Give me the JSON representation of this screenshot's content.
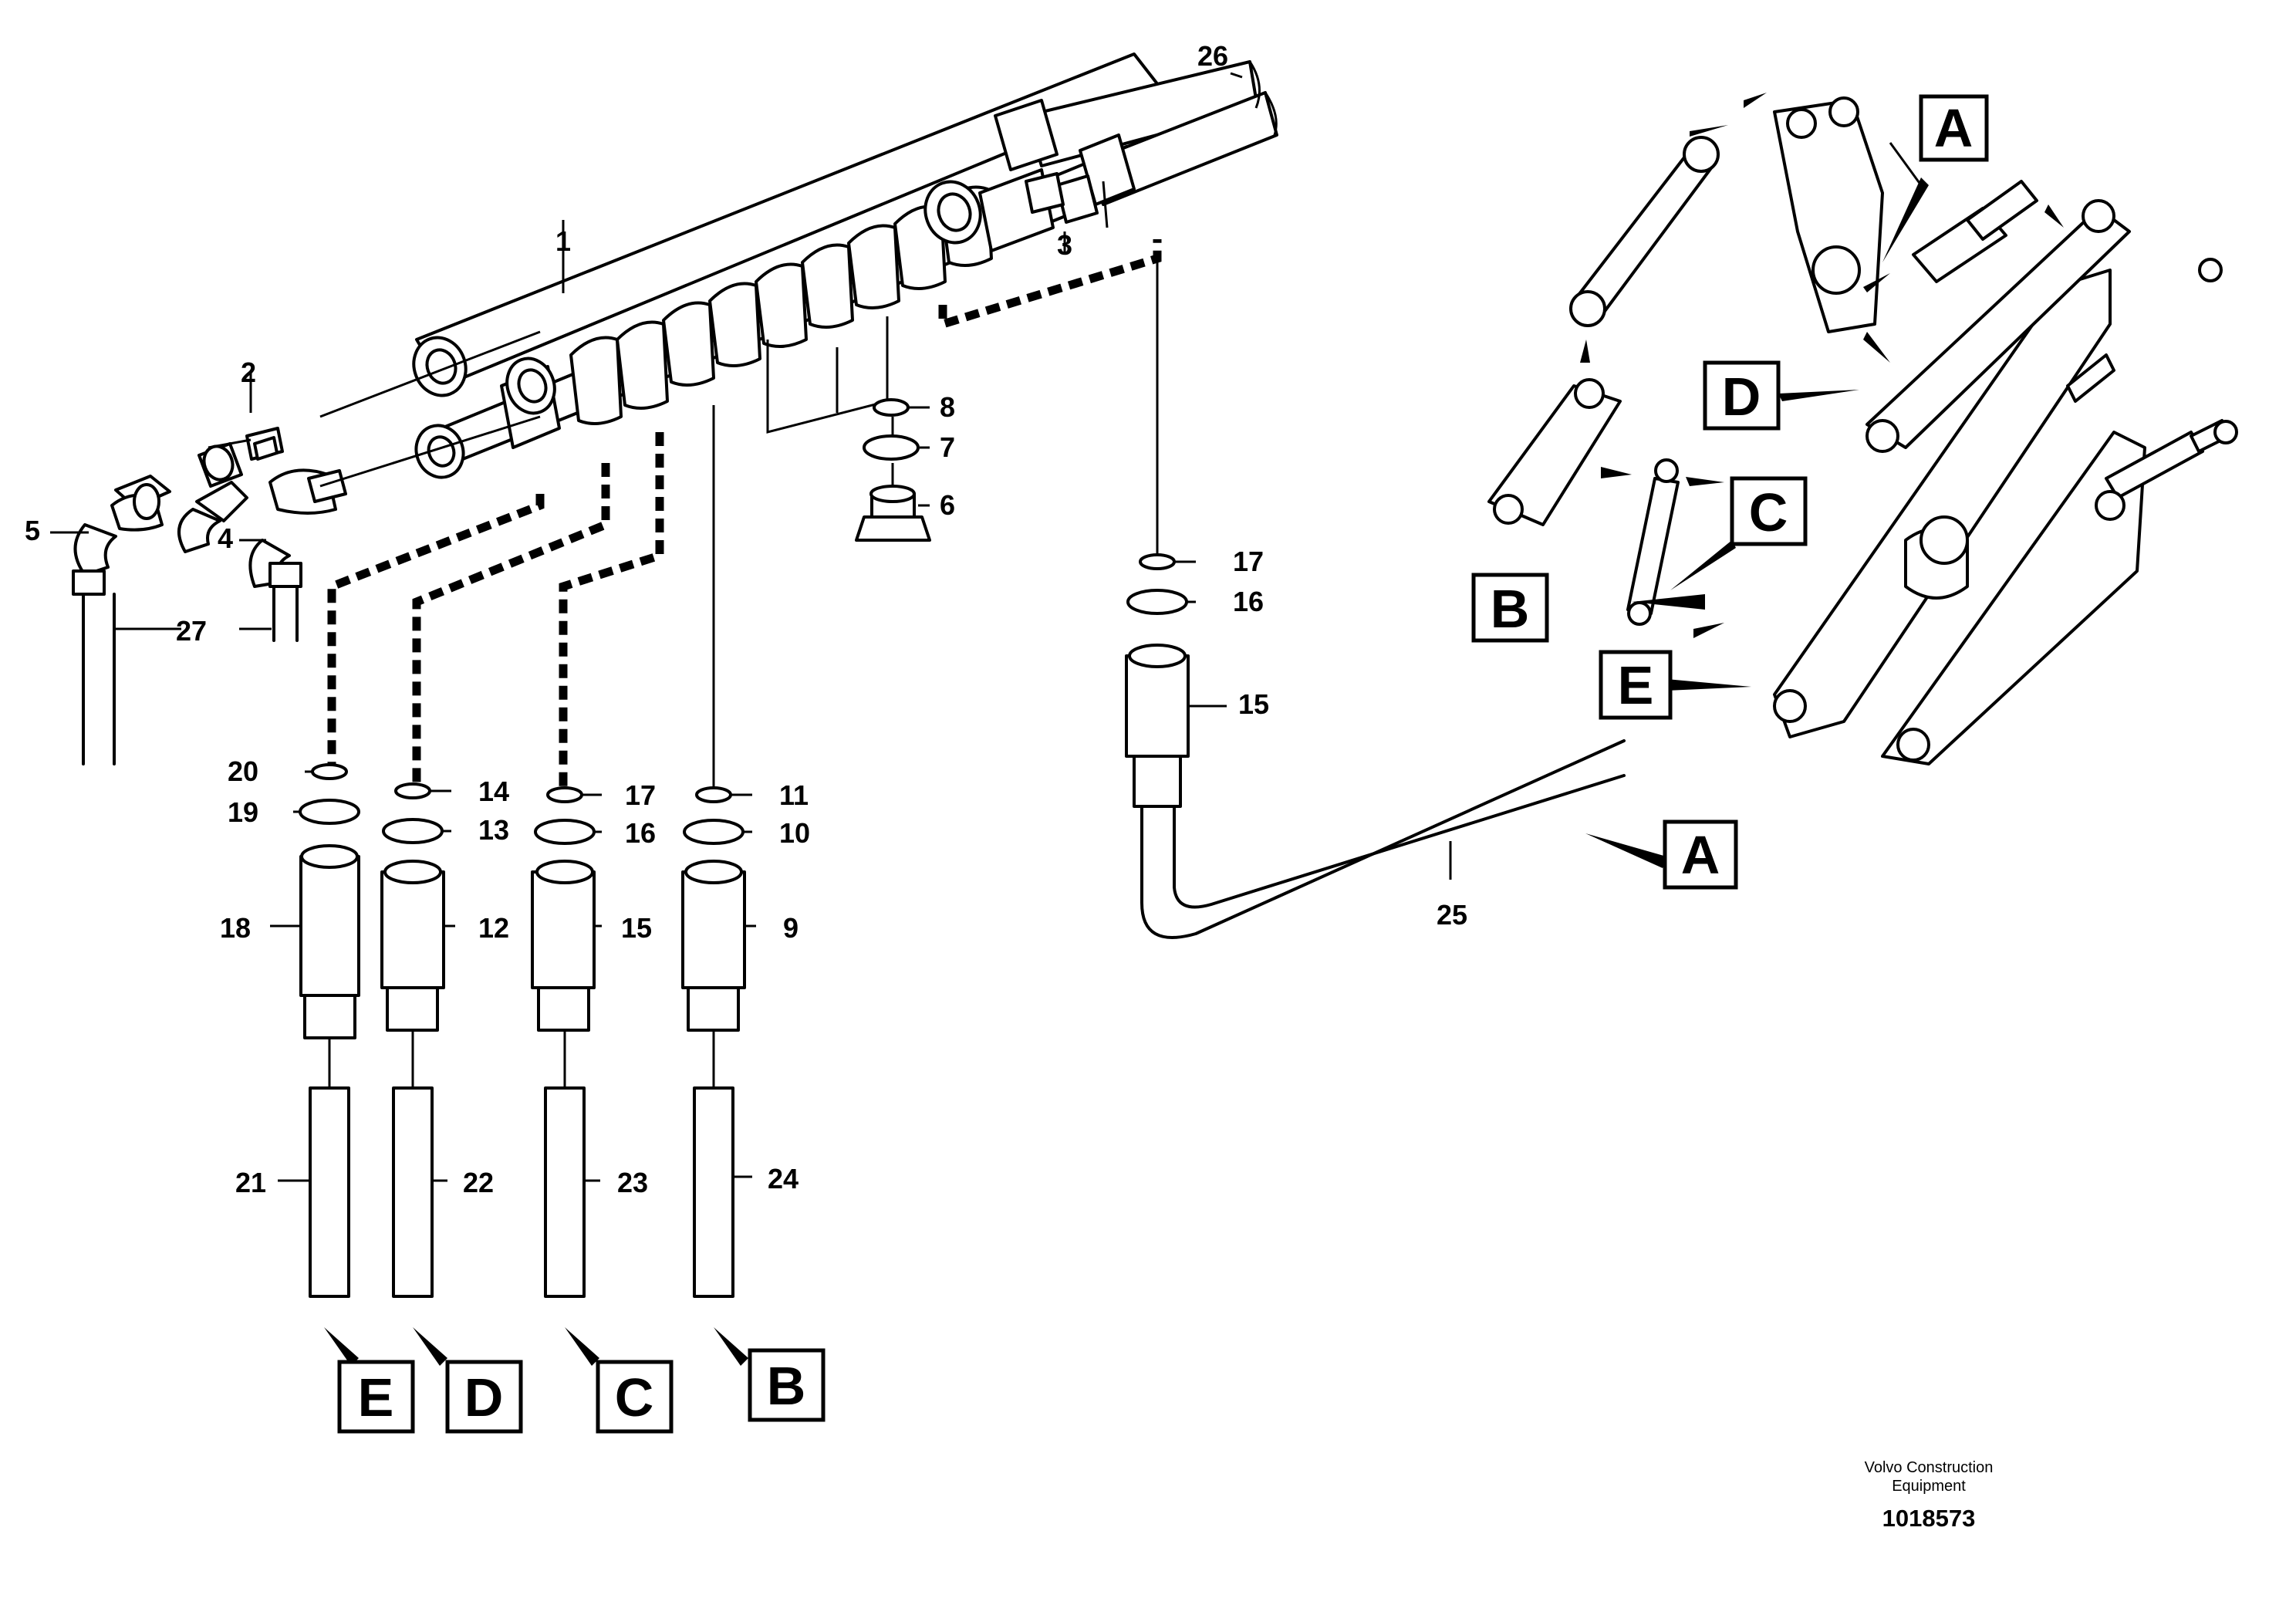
{
  "callouts": {
    "n1": "1",
    "n2": "2",
    "n3": "3",
    "n4": "4",
    "n5": "5",
    "n6": "6",
    "n7": "7",
    "n8": "8",
    "n9": "9",
    "n10": "10",
    "n11": "11",
    "n12": "12",
    "n13": "13",
    "n14": "14",
    "n15a": "15",
    "n15b": "15",
    "n16a": "16",
    "n16b": "16",
    "n17a": "17",
    "n17b": "17",
    "n18": "18",
    "n19": "19",
    "n20": "20",
    "n21": "21",
    "n22": "22",
    "n23": "23",
    "n24": "24",
    "n25": "25",
    "n26": "26",
    "n27": "27"
  },
  "connection_labels": {
    "hose_e": "E",
    "hose_d": "D",
    "hose_c": "C",
    "hose_b": "B",
    "pipe_a": "A",
    "linkage_a": "A",
    "linkage_b": "B",
    "linkage_c": "C",
    "linkage_d": "D",
    "linkage_e": "E"
  },
  "footer": {
    "company_line1": "Volvo Construction",
    "company_line2": "Equipment",
    "drawing_number": "1018573"
  }
}
